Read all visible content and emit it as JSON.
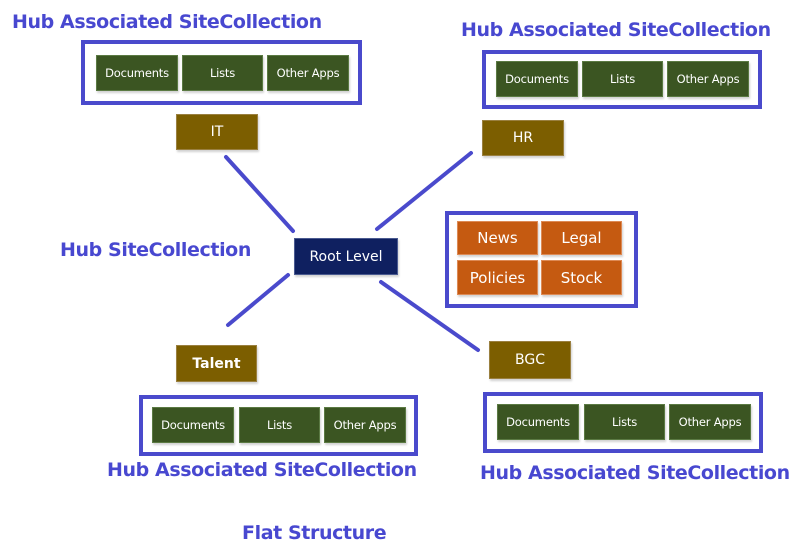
{
  "diagram": {
    "caption": "Flat Structure",
    "colors": {
      "label_blue": "#4848d0",
      "frame_blue": "#4a4acc",
      "app_green": "#3b5522",
      "site_brown": "#7c5e00",
      "root_navy": "#0f2060",
      "hub_orange": "#c55a11"
    },
    "root": {
      "label": "Root Level"
    },
    "hub": {
      "label": "Hub SiteCollection",
      "items": [
        "News",
        "Legal",
        "Policies",
        "Stock"
      ]
    },
    "associated_sites": [
      {
        "name": "IT",
        "title": "Hub Associated SiteCollection",
        "apps": [
          "Documents",
          "Lists",
          "Other Apps"
        ]
      },
      {
        "name": "HR",
        "title": "Hub Associated SiteCollection",
        "apps": [
          "Documents",
          "Lists",
          "Other Apps"
        ]
      },
      {
        "name": "Talent",
        "title": "Hub Associated SiteCollection",
        "apps": [
          "Documents",
          "Lists",
          "Other Apps"
        ]
      },
      {
        "name": "BGC",
        "title": "Hub Associated SiteCollection",
        "apps": [
          "Documents",
          "Lists",
          "Other Apps"
        ]
      }
    ]
  }
}
